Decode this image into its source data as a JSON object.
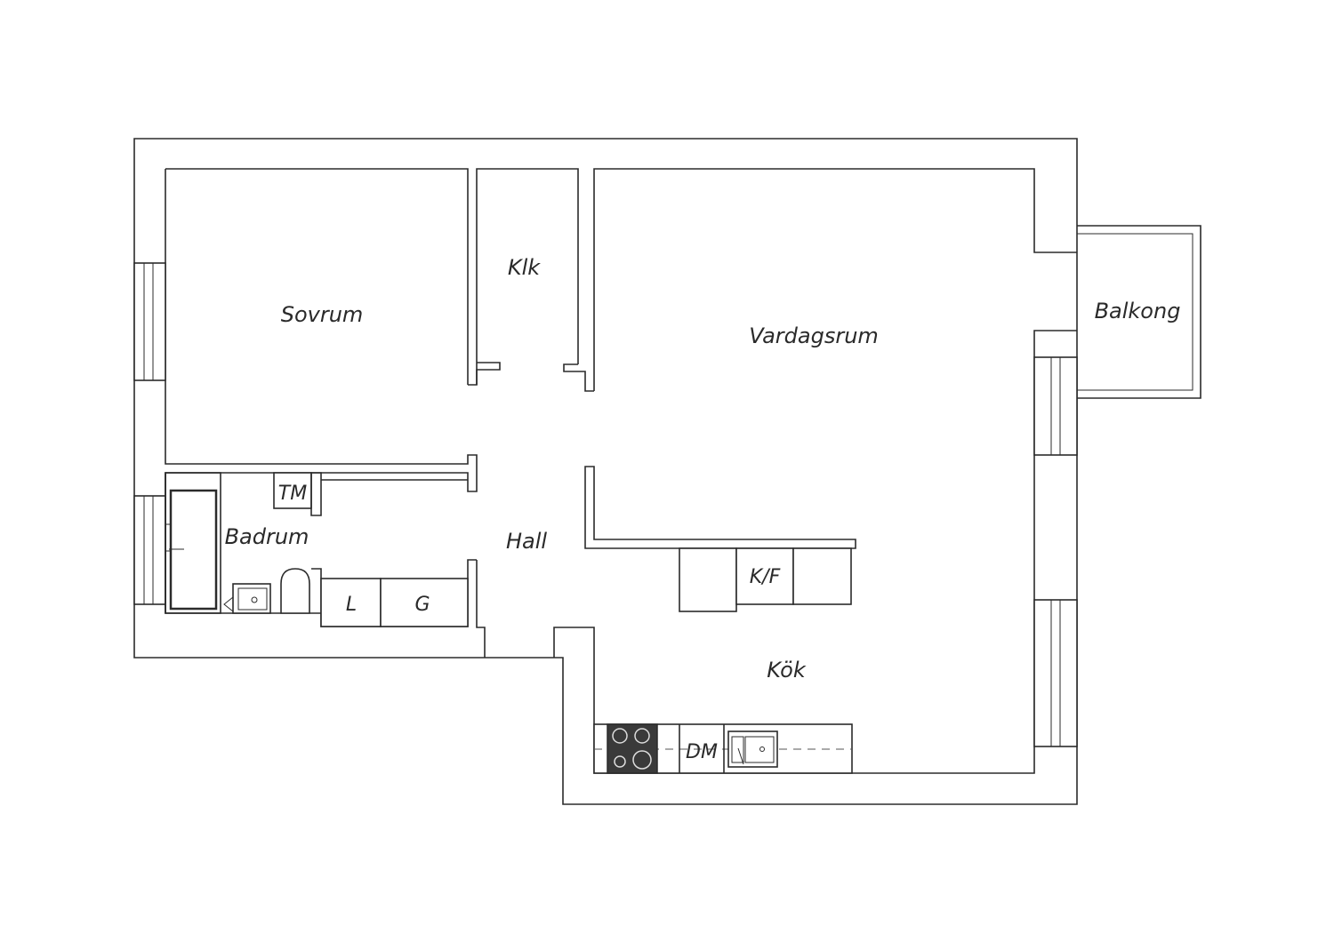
{
  "rooms": {
    "sovrum": "Sovrum",
    "klk": "Klk",
    "vardagsrum": "Vardagsrum",
    "balkong": "Balkong",
    "badrum": "Badrum",
    "hall": "Hall",
    "kok": "Kök"
  },
  "appliances": {
    "tm": "TM",
    "kf": "K/F",
    "l": "L",
    "g": "G",
    "dm": "DM"
  },
  "colors": {
    "line": "#2b2b2b",
    "background": "#ffffff",
    "stove": "#3a3a3a"
  }
}
